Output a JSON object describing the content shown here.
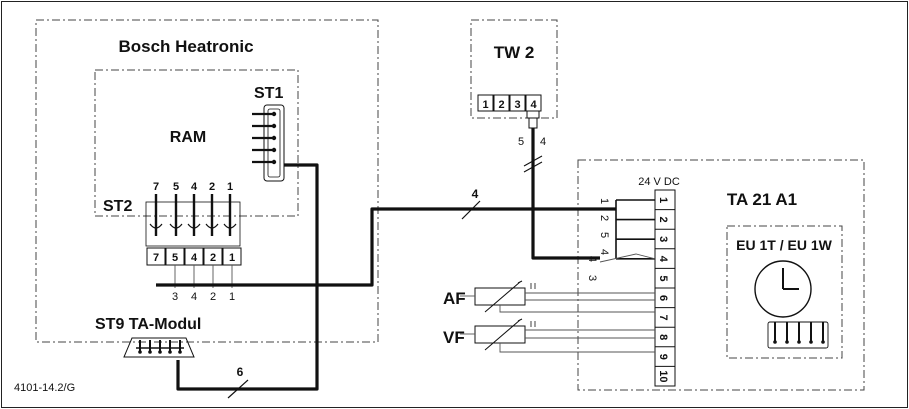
{
  "modules": {
    "heatronic": {
      "title": "Bosch Heatronic"
    },
    "ram": {
      "title": "RAM"
    },
    "st1": {
      "label": "ST1"
    },
    "st2": {
      "label": "ST2",
      "top_pins": [
        "7",
        "5",
        "4",
        "2",
        "1"
      ],
      "box_pins": [
        "7",
        "5",
        "4",
        "2",
        "1"
      ],
      "bottom_pins": [
        "3",
        "4",
        "2",
        "1"
      ]
    },
    "st9": {
      "label": "ST9 TA-Modul"
    },
    "tw2": {
      "title": "TW 2",
      "pins": [
        "1",
        "2",
        "3",
        "4"
      ],
      "wire_labels": [
        "5",
        "4"
      ]
    },
    "ta21": {
      "title": "TA 21 A1",
      "voltage": "24 V DC",
      "terminals": [
        "1",
        "2",
        "3",
        "4",
        "5",
        "6",
        "7",
        "8",
        "9",
        "10"
      ],
      "left_wire_labels": [
        "1",
        "2",
        "5",
        "4"
      ],
      "left_wire_labels_2": [
        "4",
        "3"
      ]
    },
    "eu": {
      "title": "EU 1T / EU 1W"
    },
    "sensors": {
      "af": "AF",
      "vf": "VF"
    },
    "cables": {
      "c4": "4",
      "c6": "6"
    }
  },
  "footer": {
    "code": "4101-14.2/G"
  },
  "colors": {
    "line": "#111111",
    "dash": "#444444",
    "background": "#ffffff"
  }
}
